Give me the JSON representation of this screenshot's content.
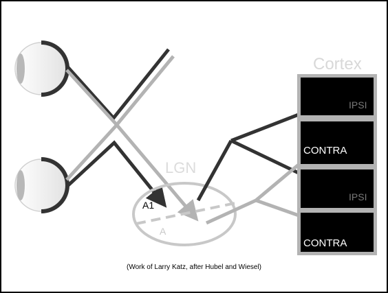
{
  "colors": {
    "dark": "#333333",
    "light": "#b3b3b3",
    "block": "#000000",
    "border": "#b3b3b3"
  },
  "labels": {
    "cortex": "Cortex",
    "lgn": "LGN",
    "a1": "A1",
    "a": "A",
    "cortex_layers": [
      "IPSI",
      "CONTRA",
      "IPSI",
      "CONTRA"
    ]
  },
  "caption": "(Work of Larry Katz, after Hubel and Wiesel)"
}
